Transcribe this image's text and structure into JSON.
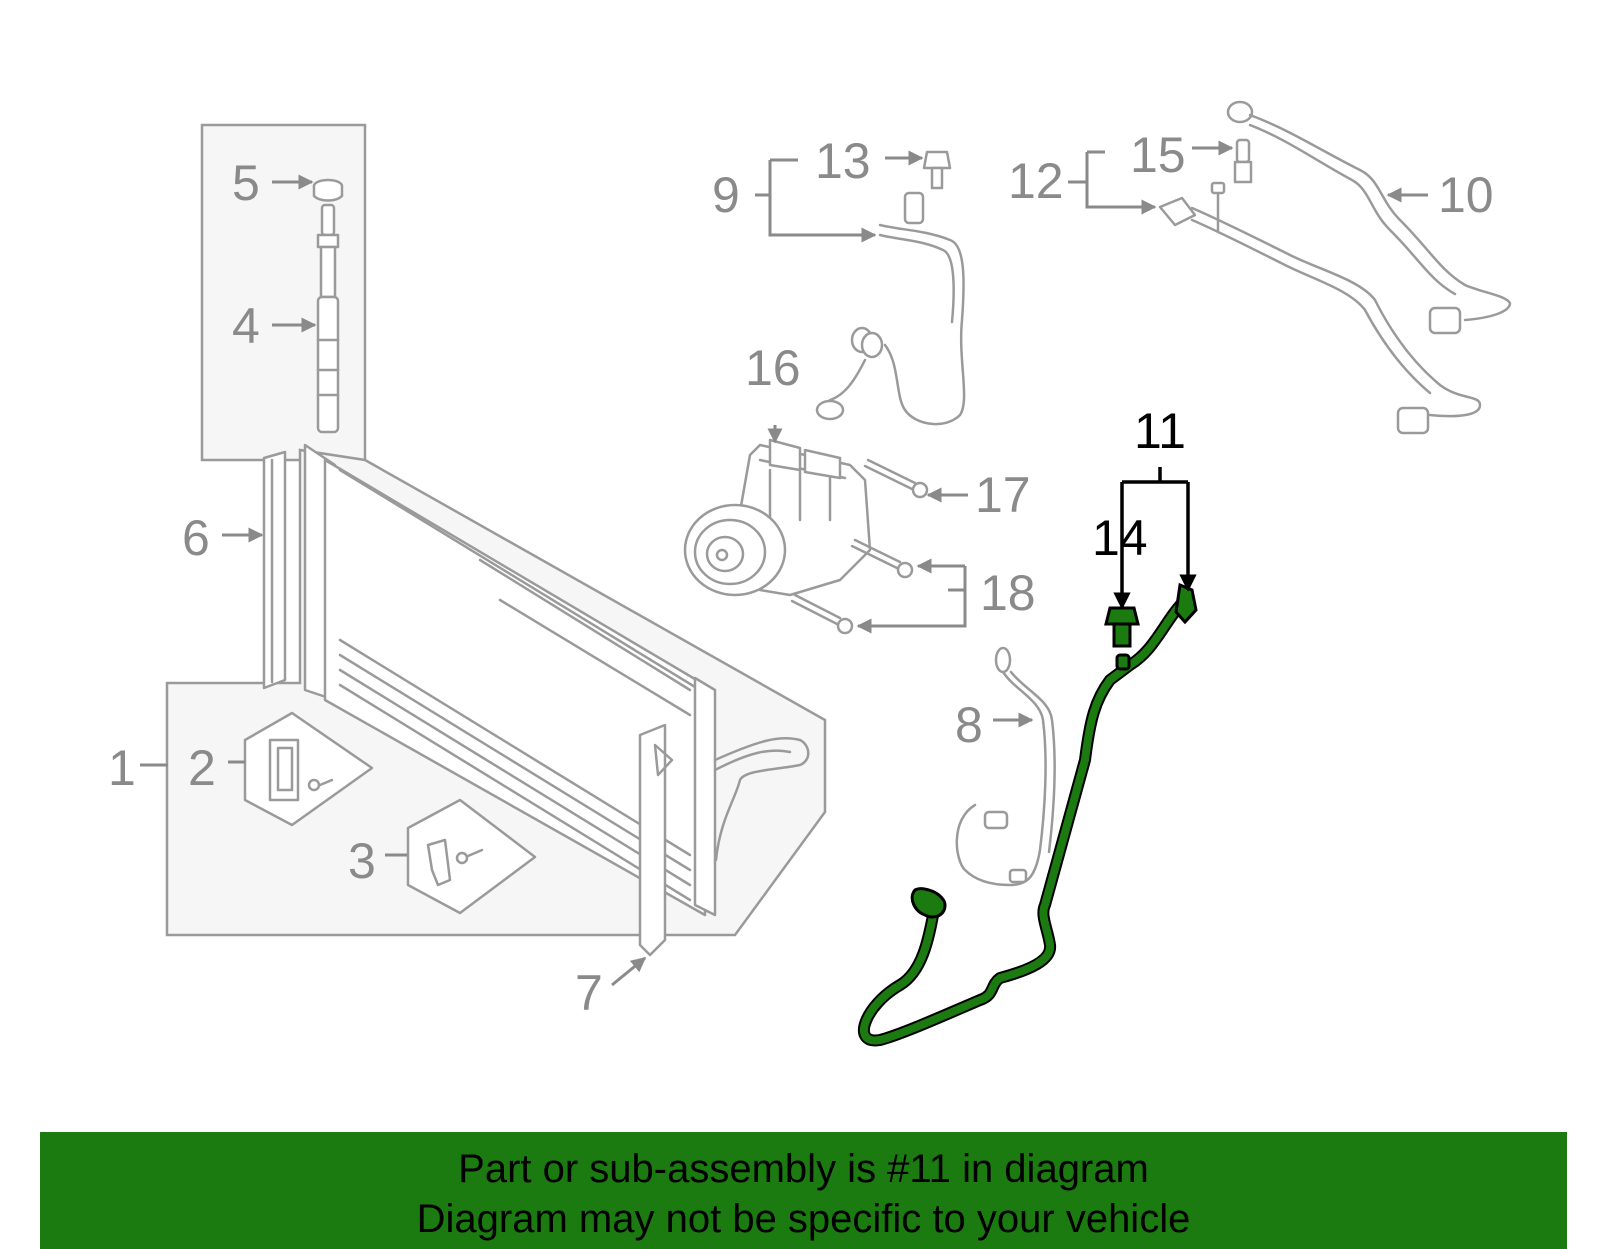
{
  "callouts": {
    "c1": "1",
    "c2": "2",
    "c3": "3",
    "c4": "4",
    "c5": "5",
    "c6": "6",
    "c7": "7",
    "c8": "8",
    "c9": "9",
    "c10": "10",
    "c11": "11",
    "c12": "12",
    "c13": "13",
    "c14": "14",
    "c15": "15",
    "c16": "16",
    "c17": "17",
    "c18": "18"
  },
  "highlight": {
    "part": "11",
    "color": "#1b7a10"
  },
  "banner": {
    "line1": "Part or sub-assembly is #11 in diagram",
    "line2": "Diagram may not be specific to your vehicle"
  }
}
